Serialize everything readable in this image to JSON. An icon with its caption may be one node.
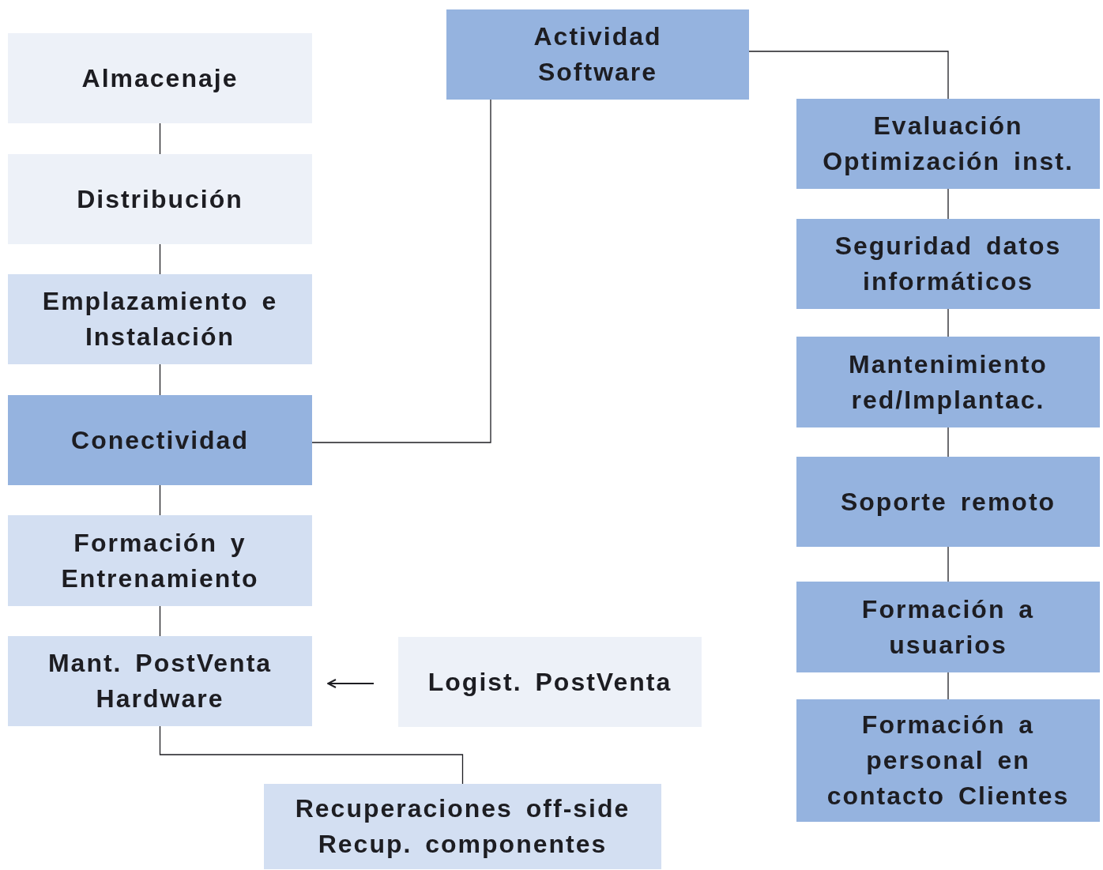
{
  "diagram": {
    "nodes": [
      {
        "text": [
          "Almacenaje"
        ]
      },
      {
        "text": [
          "Distribución"
        ]
      },
      {
        "text": [
          "Emplazamiento e Instalación"
        ]
      },
      {
        "text": [
          "Conectividad"
        ]
      },
      {
        "text": [
          "Formación y Entrenamiento"
        ]
      },
      {
        "text": [
          "Mant. PostVenta Hardware"
        ]
      },
      {
        "text": [
          "Logist. PostVenta"
        ]
      },
      {
        "text": [
          "Recuperaciones off-side Recup. componentes"
        ]
      },
      {
        "text": [
          "Actividad Software"
        ]
      },
      {
        "text": [
          "Evaluación Optimización inst."
        ]
      },
      {
        "text": [
          "Seguridad datos informáticos"
        ]
      },
      {
        "text": [
          "Mantenimiento red/Implantac."
        ]
      },
      {
        "text": [
          "Soporte remoto"
        ]
      },
      {
        "text": [
          "Formación a usuarios"
        ]
      },
      {
        "text": [
          "Formación a personal en contacto Clientes"
        ]
      }
    ],
    "edges": [
      {
        "from": 0,
        "to": 1,
        "arrow": "none"
      },
      {
        "from": 1,
        "to": 2,
        "arrow": "none"
      },
      {
        "from": 2,
        "to": 3,
        "arrow": "none"
      },
      {
        "from": 3,
        "to": 4,
        "arrow": "none"
      },
      {
        "from": 4,
        "to": 5,
        "arrow": "none"
      },
      {
        "from": 6,
        "to": 5,
        "arrow": "to"
      },
      {
        "from": 5,
        "to": 7,
        "arrow": "none"
      },
      {
        "from": 3,
        "to": 8,
        "arrow": "none"
      },
      {
        "from": 8,
        "to": 9,
        "arrow": "none"
      },
      {
        "from": 9,
        "to": 10,
        "arrow": "none"
      },
      {
        "from": 10,
        "to": 11,
        "arrow": "none"
      },
      {
        "from": 11,
        "to": 12,
        "arrow": "none"
      },
      {
        "from": 12,
        "to": 13,
        "arrow": "none"
      },
      {
        "from": 13,
        "to": 14,
        "arrow": "none"
      }
    ]
  }
}
